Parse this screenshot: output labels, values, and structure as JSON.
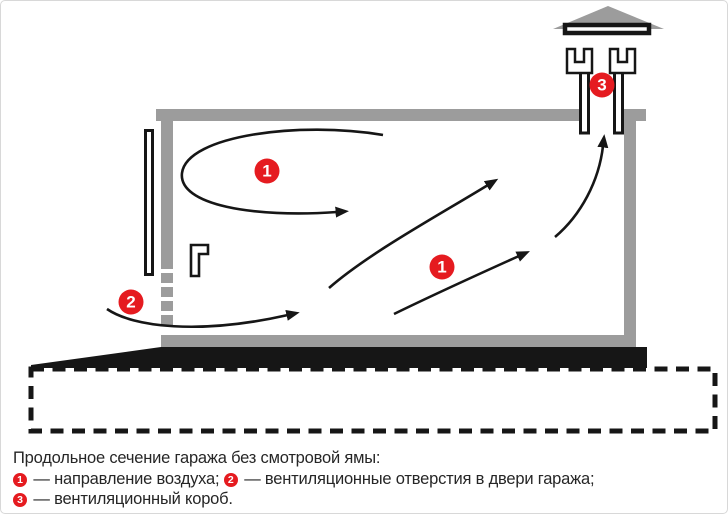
{
  "diagram": {
    "badges": [
      {
        "id": "airflow-upper",
        "label": "1"
      },
      {
        "id": "airflow-lower",
        "label": "1"
      },
      {
        "id": "door-vents",
        "label": "2"
      },
      {
        "id": "vent-duct",
        "label": "3"
      }
    ]
  },
  "caption": {
    "title": "Продольное сечение гаража без смотровой ямы:",
    "legend": [
      {
        "badge": "1",
        "text": "— направление воздуха;"
      },
      {
        "badge": "2",
        "text": "— вентиляционные отверстия в двери гаража;"
      },
      {
        "badge": "3",
        "text": "— вентиляционный короб."
      }
    ]
  },
  "colors": {
    "wall_gray": "#9c9c9c",
    "badge_red": "#e51b20",
    "line_black": "#161616",
    "background": "#ffffff",
    "border": "#d8d8d8"
  }
}
